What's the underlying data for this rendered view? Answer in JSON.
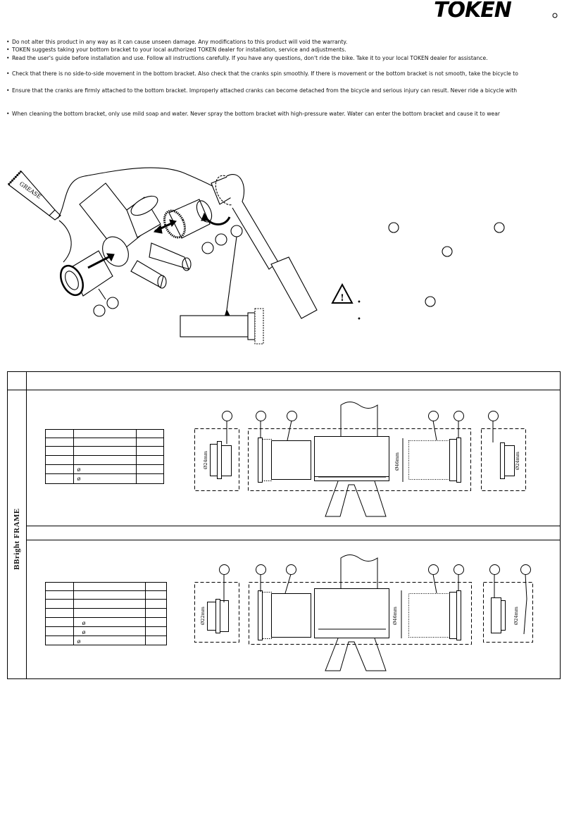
{
  "brand": {
    "logo_text": "TOKEN"
  },
  "notes": [
    "Do not alter this product in any way as it can cause unseen damage. Any modifications to this product will void the warranty.",
    "TOKEN suggests taking your bottom bracket to your local authorized TOKEN dealer for installation, service and adjustments.",
    "Read the user's guide before installation and use. Follow all instructions carefully. If you have any questions, don't ride the bike. Take it to your local TOKEN dealer for assistance.",
    "Check that there is no side-to-side movement in the bottom bracket. Also check that the cranks spin smoothly. If there is movement or the bottom bracket is not smooth, take the bicycle to",
    "Ensure that the cranks are firmly attached to the bottom bracket. Improperly attached cranks can become detached from the bicycle and serious injury can result. Never ride a bicycle with",
    "When cleaning the bottom bracket, only use mild soap and water. Never spray the bottom bracket with high-pressure water. Water can enter the bottom bracket and cause it to wear"
  ],
  "illustration": {
    "grease_label": "GREASE",
    "bullet_1": "•",
    "bullet_2": "•"
  },
  "section": {
    "side_label": "BBright FRAME",
    "diagram_top": {
      "dim_left": "Ø24mm",
      "dim_center": "Ø46mm",
      "dim_right": "Ø24mm",
      "phi_1": "ø",
      "phi_2": "ø"
    },
    "diagram_bottom": {
      "dim_left": "Ø22mm",
      "dim_center": "Ø46mm",
      "dim_right": "Ø24mm",
      "phi_1": "ø",
      "phi_2": "ø",
      "phi_3": "ø"
    }
  }
}
